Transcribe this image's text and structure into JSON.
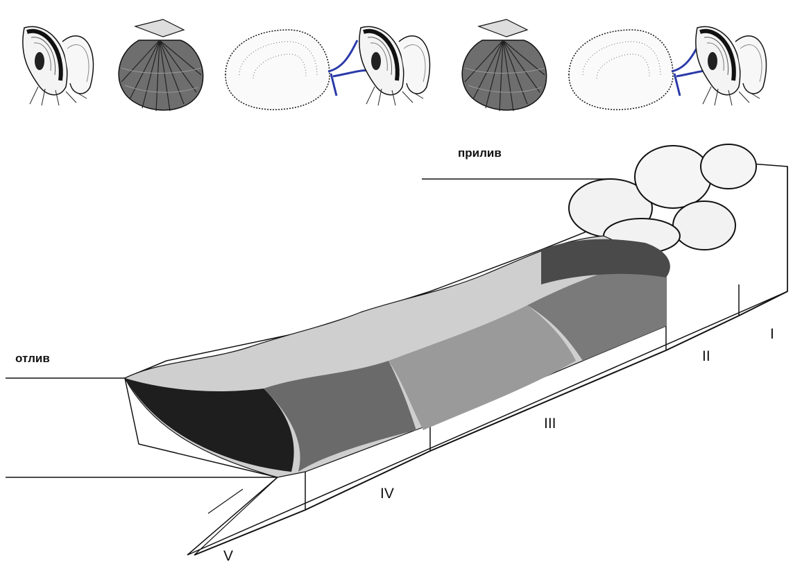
{
  "labels": {
    "high_tide": "прилив",
    "low_tide": "отлив",
    "zones": [
      "I",
      "II",
      "III",
      "IV",
      "V"
    ]
  },
  "shell_strip": [
    "mussel",
    "scallop",
    "clam",
    "mussel",
    "scallop",
    "clam",
    "mussel"
  ],
  "colors": {
    "ink": "#111111",
    "siphon": "#2b3aa8",
    "paper": "#ffffff"
  }
}
